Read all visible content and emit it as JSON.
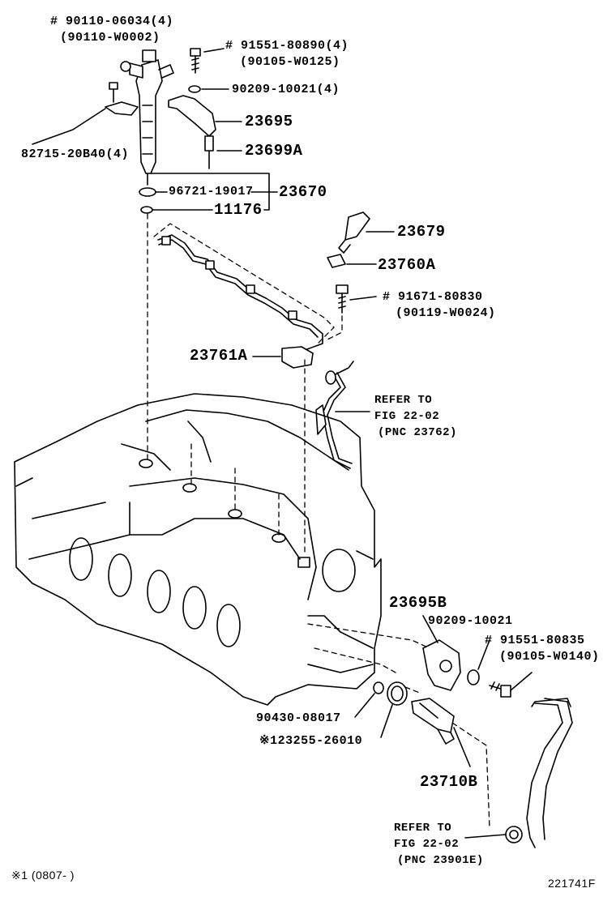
{
  "labels": {
    "p1a": "# 90110-06034(4)",
    "p1b": "(90110-W0002)",
    "p2a": "# 91551-80890(4)",
    "p2b": "(90105-W0125)",
    "p3": "90209-10021(4)",
    "p4": "23695",
    "p5": "82715-20B40(4)",
    "p6": "23699A",
    "p7": "96721-19017",
    "p8": "23670",
    "p9": "11176",
    "p10": "23679",
    "p11": "23760A",
    "p12a": "# 91671-80830",
    "p12b": "(90119-W0024)",
    "p13": "23761A",
    "r1a": "REFER TO",
    "r1b": "FIG 22-02",
    "r1c": "(PNC 23762)",
    "p14": "23695B",
    "p15": "90209-10021",
    "p16a": "# 91551-80835",
    "p16b": "(90105-W0140)",
    "p17": "90430-08017",
    "p18": "※123255-26010",
    "p19": "23710B",
    "r2a": "REFER TO",
    "r2b": "FIG 22-02",
    "r2c": "(PNC 23901E)",
    "footnote": "※1 (0807-      )",
    "figure_id": "221741F"
  }
}
